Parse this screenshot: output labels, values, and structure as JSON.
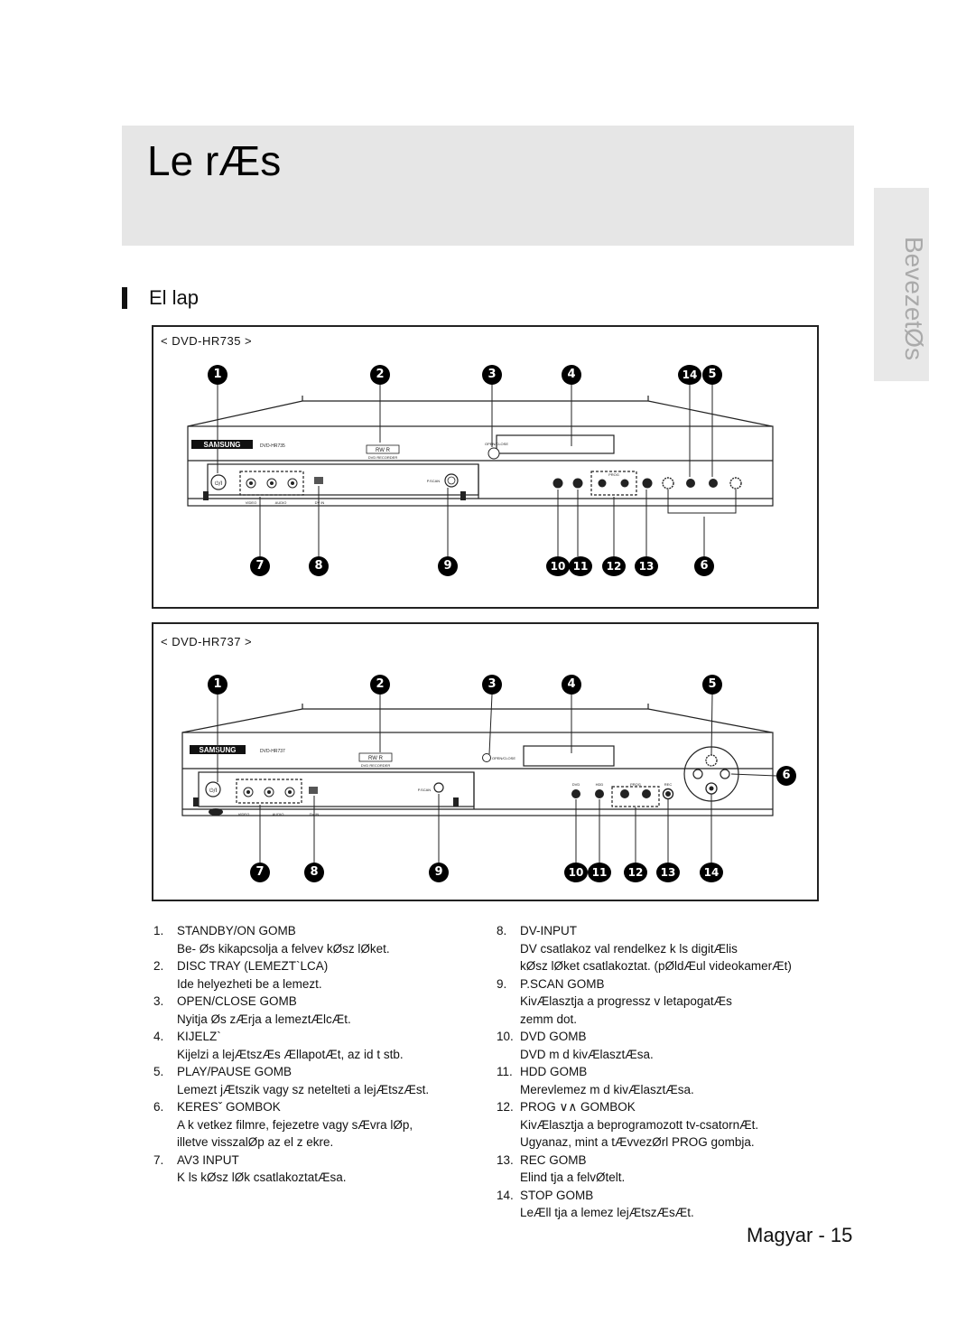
{
  "page": {
    "title": "Le rÆs",
    "side_tab": "BevezetØs",
    "section_title": "El lap",
    "footer": "Magyar - 15"
  },
  "panels": [
    {
      "label": "< DVD-HR735 >",
      "callouts_top": [
        "1",
        "2",
        "3",
        "4",
        "14",
        "5"
      ],
      "callouts_bottom": [
        "7",
        "8",
        "9",
        "10",
        "11",
        "12",
        "13",
        "6"
      ]
    },
    {
      "label": "< DVD-HR737 >",
      "callouts_top": [
        "1",
        "2",
        "3",
        "4",
        "5"
      ],
      "callouts_side": [
        "6"
      ],
      "callouts_bottom": [
        "7",
        "8",
        "9",
        "10",
        "11",
        "12",
        "13",
        "14"
      ]
    }
  ],
  "device_text": {
    "brand": "SAMSUNG",
    "model_735": "DVD-HR735",
    "model_737": "DVD-HR737",
    "rw_badge": "RW R",
    "dvd_recorder": "DVD RECORDER",
    "open_close": "OPEN/CLOSE",
    "pscan": "P.SCAN",
    "prog": "PROG",
    "dvd": "DVD",
    "hdd": "HDD",
    "rec": "REC",
    "video": "VIDEO",
    "audio": "AUDIO",
    "dv_in": "DV IN",
    "standby": "⏻/I"
  },
  "items_left": [
    {
      "n": "1.",
      "h": "STANDBY/ON GOMB",
      "d": [
        "Be- Øs kikapcsolja a felvev  kØsz lØket."
      ]
    },
    {
      "n": "2.",
      "h": "DISC TRAY (LEMEZT`LCA)",
      "d": [
        "Ide helyezheti be a lemezt."
      ]
    },
    {
      "n": "3.",
      "h": "OPEN/CLOSE GOMB",
      "d": [
        "Nyitja Øs zÆrja a lemeztÆlcÆt."
      ]
    },
    {
      "n": "4.",
      "h": "KIJELZ`",
      "d": [
        "Kijelzi a lejÆtszÆs ÆllapotÆt, az id t stb."
      ]
    },
    {
      "n": "5.",
      "h": "PLAY/PAUSE GOMB",
      "d": [
        "Lemezt jÆtszik vagy sz netelteti a lejÆtszÆst."
      ]
    },
    {
      "n": "6.",
      "h": "KERESˇ GOMBOK",
      "d": [
        "A k vetkez  filmre, fejezetre vagy sÆvra lØp,",
        "illetve visszalØp az el z ekre."
      ]
    },
    {
      "n": "7.",
      "h": "AV3 INPUT",
      "d": [
        "K ls  kØsz lØk csatlakoztatÆsa."
      ]
    }
  ],
  "items_right": [
    {
      "n": "8.",
      "h": "DV-INPUT",
      "d": [
        "DV csatlakoz val rendelkez  k ls  digitÆlis",
        "kØsz lØket csatlakoztat. (pØldÆul videokamerÆt)"
      ]
    },
    {
      "n": "9.",
      "h": "P.SCAN GOMB",
      "d": [
        "KivÆlasztja a progressz v letapogatÆs",
        " zemm dot."
      ]
    },
    {
      "n": "10.",
      "h": "DVD GOMB",
      "d": [
        "DVD m d kivÆlasztÆsa."
      ]
    },
    {
      "n": "11.",
      "h": "HDD GOMB",
      "d": [
        "Merevlemez m d kivÆlasztÆsa."
      ]
    },
    {
      "n": "12.",
      "h": "PROG ∨∧ GOMBOK",
      "d": [
        "KivÆlasztja a beprogramozott tv-csatornÆt.",
        "Ugyanaz, mint a tÆvvezØrl  PROG gombja."
      ]
    },
    {
      "n": "13.",
      "h": "REC GOMB",
      "d": [
        "Elind tja a felvØtelt."
      ]
    },
    {
      "n": "14.",
      "h": "STOP GOMB",
      "d": [
        "LeÆll tja a lemez lejÆtszÆsÆt."
      ]
    }
  ]
}
